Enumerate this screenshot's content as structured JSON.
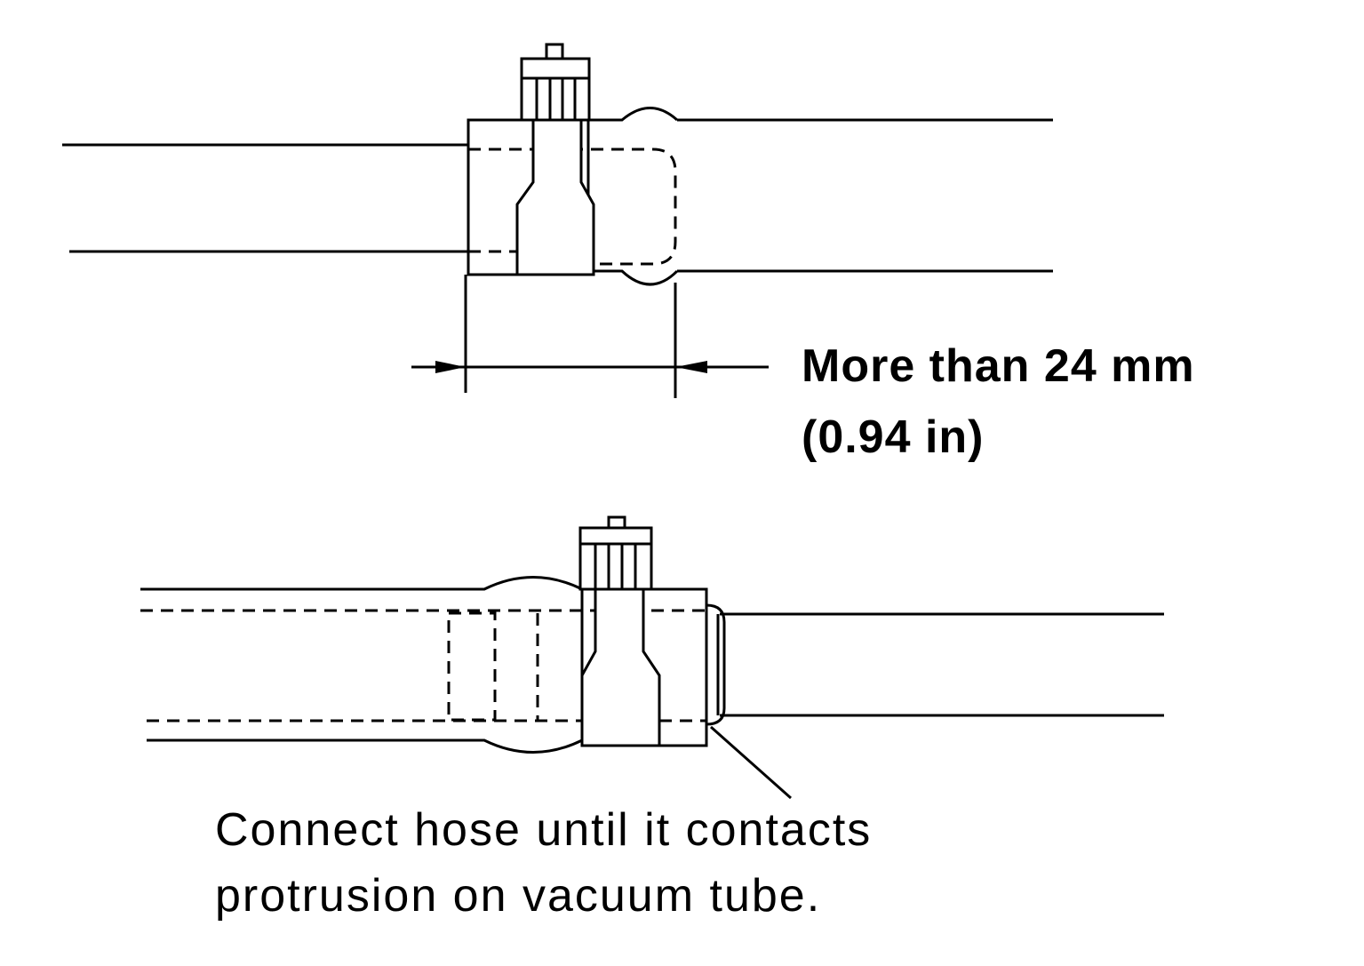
{
  "top_figure": {
    "dimension_line1": "More than 24 mm",
    "dimension_line2": "(0.94 in)"
  },
  "bottom_figure": {
    "note_line1": "Connect hose until it contacts",
    "note_line2": "protrusion on vacuum tube."
  }
}
